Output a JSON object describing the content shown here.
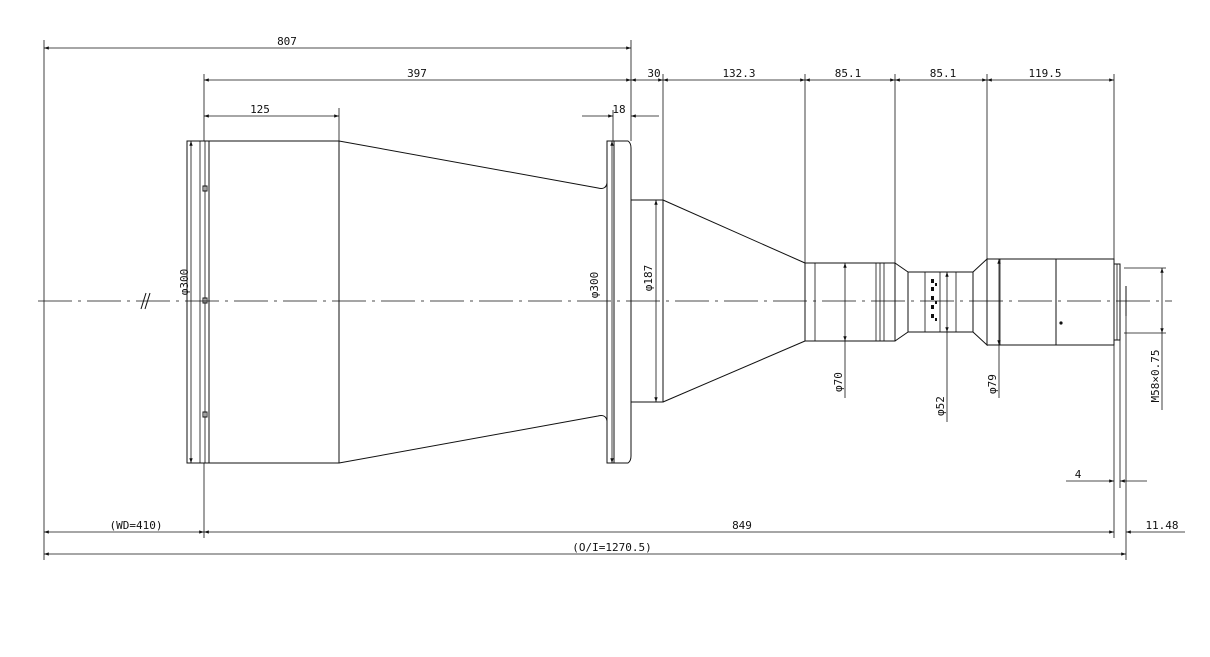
{
  "dimensions": {
    "top": {
      "overall": "807",
      "front_to_flange": "397",
      "front_barrel": "125",
      "flange_thickness": "18",
      "seg_30": "30",
      "seg_132": "132.3",
      "seg_85a": "85.1",
      "seg_85b": "85.1",
      "seg_119": "119.5"
    },
    "bottom": {
      "working_distance": "(WD=410)",
      "lens_length": "849",
      "object_to_image": "(O/I=1270.5)",
      "back_focal": "11.48",
      "mount_step": "4"
    },
    "diameters": {
      "front": "φ300",
      "flange": "φ300",
      "cone_base": "φ187",
      "d70": "φ70",
      "d52": "φ52",
      "d79": "φ79",
      "mount_thread": "M58×0.75"
    }
  },
  "colors": {
    "line": "#111111",
    "background": "#ffffff"
  }
}
